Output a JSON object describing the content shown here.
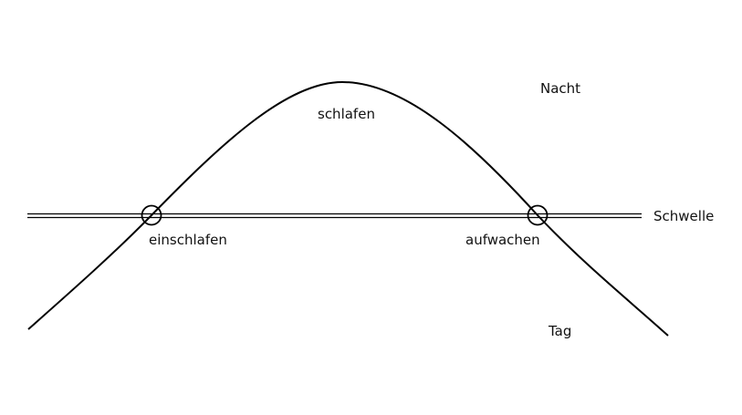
{
  "diagram": {
    "labels": {
      "nacht": "Nacht",
      "schlafen": "schlafen",
      "schwelle": "Schwelle",
      "einschlafen": "einschlafen",
      "aufwachen": "aufwachen",
      "tag": "Tag"
    },
    "colors": {
      "line": "#000000",
      "text": "#111111",
      "background": "#ffffff"
    }
  }
}
